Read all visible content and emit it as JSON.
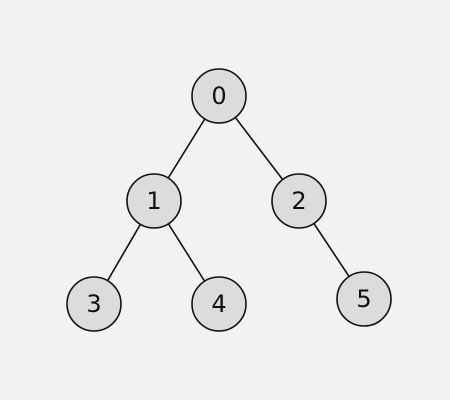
{
  "diagram": {
    "type": "binary-tree",
    "nodes": [
      {
        "id": "n0",
        "label": "0"
      },
      {
        "id": "n1",
        "label": "1"
      },
      {
        "id": "n2",
        "label": "2"
      },
      {
        "id": "n3",
        "label": "3"
      },
      {
        "id": "n4",
        "label": "4"
      },
      {
        "id": "n5",
        "label": "5"
      }
    ],
    "edges": [
      {
        "from": "n0",
        "to": "n1"
      },
      {
        "from": "n0",
        "to": "n2"
      },
      {
        "from": "n1",
        "to": "n3"
      },
      {
        "from": "n1",
        "to": "n4"
      },
      {
        "from": "n2",
        "to": "n5"
      }
    ]
  }
}
